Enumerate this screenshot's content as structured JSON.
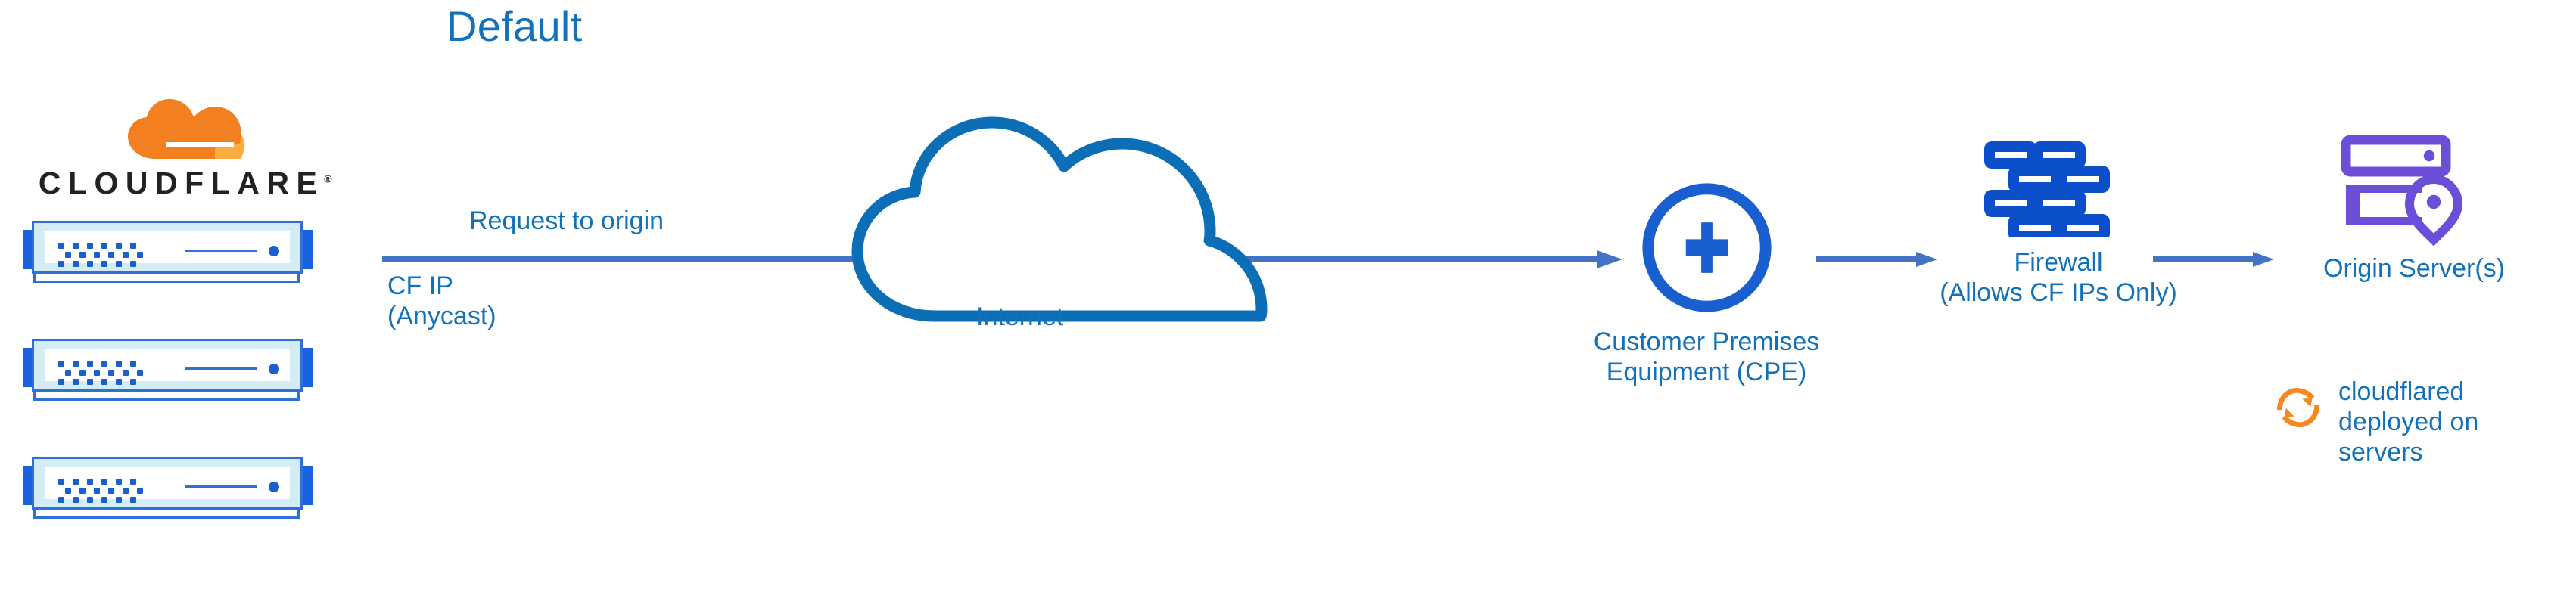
{
  "title": "Default",
  "colors": {
    "label_blue": "#1271B8",
    "arrow_blue": "#4472C4",
    "icon_blue": "#1A5FD0",
    "cloud_stroke_blue": "#0D6EB8",
    "origin_purple": "#6B4FD8",
    "cloudflare_orange": "#F38020",
    "cloudflare_orange_light": "#FBAD41",
    "wordmark_black": "#222222",
    "rack_frame_fill": "#D4ECF5",
    "background": "#FFFFFF"
  },
  "cloudflare": {
    "logo_icon": "cloudflare-cloud-logo",
    "wordmark": "CLOUDFLARE",
    "registered_mark": "®",
    "racks": [
      {
        "name": "cloudflare-edge-server-1"
      },
      {
        "name": "cloudflare-edge-server-2"
      },
      {
        "name": "cloudflare-edge-server-3"
      }
    ]
  },
  "flow": {
    "request_label": "Request to origin",
    "cf_ip_line1": "CF IP",
    "cf_ip_line2": "(Anycast)",
    "internet_label": "Internet",
    "arrows": [
      {
        "name": "arrow-edge-to-cpe",
        "from": "cloudflare-edge",
        "to": "customer-premises-equipment"
      },
      {
        "name": "arrow-cpe-to-firewall",
        "from": "customer-premises-equipment",
        "to": "firewall"
      },
      {
        "name": "arrow-firewall-to-origin",
        "from": "firewall",
        "to": "origin-servers"
      }
    ]
  },
  "nodes": {
    "cpe": {
      "icon": "router-icon",
      "label_line1": "Customer Premises",
      "label_line2": "Equipment (CPE)"
    },
    "firewall": {
      "icon": "brick-wall-icon",
      "label_line1": "Firewall",
      "label_line2": "(Allows CF IPs Only)"
    },
    "origin": {
      "icon": "server-location-icon",
      "label": "Origin Server(s)"
    }
  },
  "cloudflared": {
    "icon": "sync-refresh-icon",
    "text": "cloudflared\ndeployed on\nservers"
  }
}
